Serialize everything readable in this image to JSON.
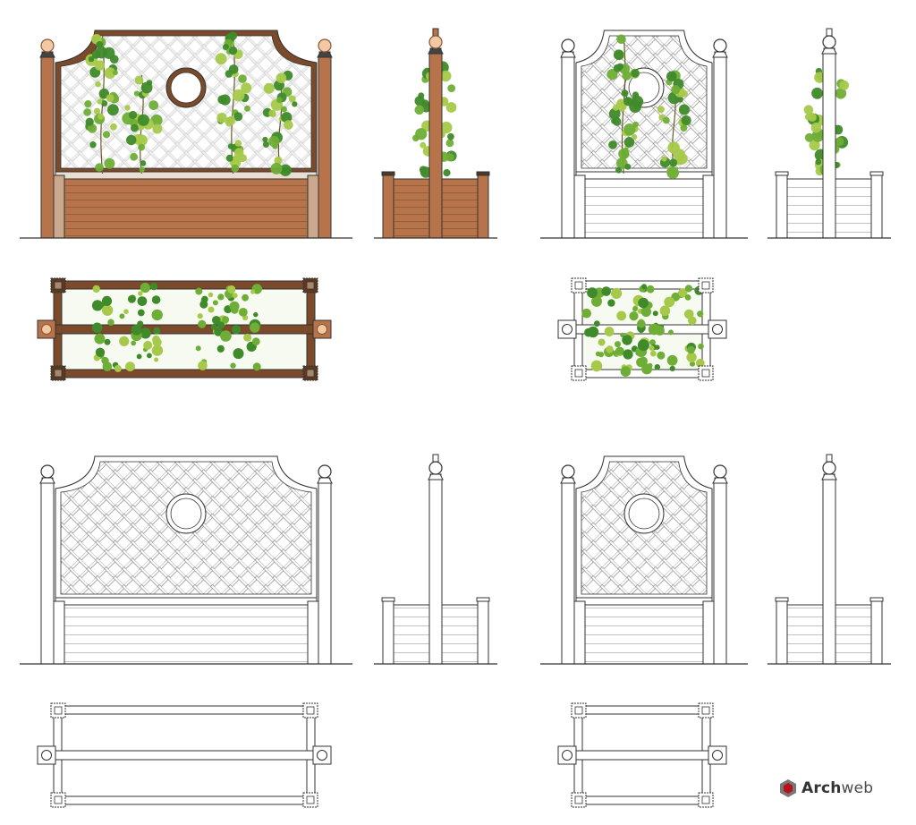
{
  "watermark": {
    "brand_strong": "Arch",
    "brand_light": "web"
  },
  "colors": {
    "wood": "#b7734a",
    "wood_dark": "#7a4a2b",
    "wood_light": "#c9a88c",
    "leaf_dark": "#3f8a2a",
    "leaf_mid": "#6fae36",
    "leaf_light": "#a6c94a",
    "lattice": "#c9c9c9",
    "line": "#333333",
    "finial": "#f2c9a2",
    "logo_red": "#b5121b",
    "logo_grey": "#777777"
  },
  "views": [
    {
      "id": "colored-front",
      "style": "color",
      "kind": "front-wide"
    },
    {
      "id": "colored-side",
      "style": "color",
      "kind": "side"
    },
    {
      "id": "line-front-plants",
      "style": "line-plants",
      "kind": "front-narrow"
    },
    {
      "id": "line-side-plants",
      "style": "line-plants",
      "kind": "side"
    },
    {
      "id": "colored-plan",
      "style": "color",
      "kind": "plan-wide"
    },
    {
      "id": "line-plan-plants",
      "style": "line-plants",
      "kind": "plan-narrow"
    },
    {
      "id": "line-front-wide",
      "style": "line",
      "kind": "front-wide"
    },
    {
      "id": "line-side-1",
      "style": "line",
      "kind": "side"
    },
    {
      "id": "line-front-narrow",
      "style": "line",
      "kind": "front-narrow"
    },
    {
      "id": "line-side-2",
      "style": "line",
      "kind": "side"
    },
    {
      "id": "line-plan-wide",
      "style": "line",
      "kind": "plan-wide"
    },
    {
      "id": "line-plan-narrow",
      "style": "line",
      "kind": "plan-narrow"
    }
  ]
}
